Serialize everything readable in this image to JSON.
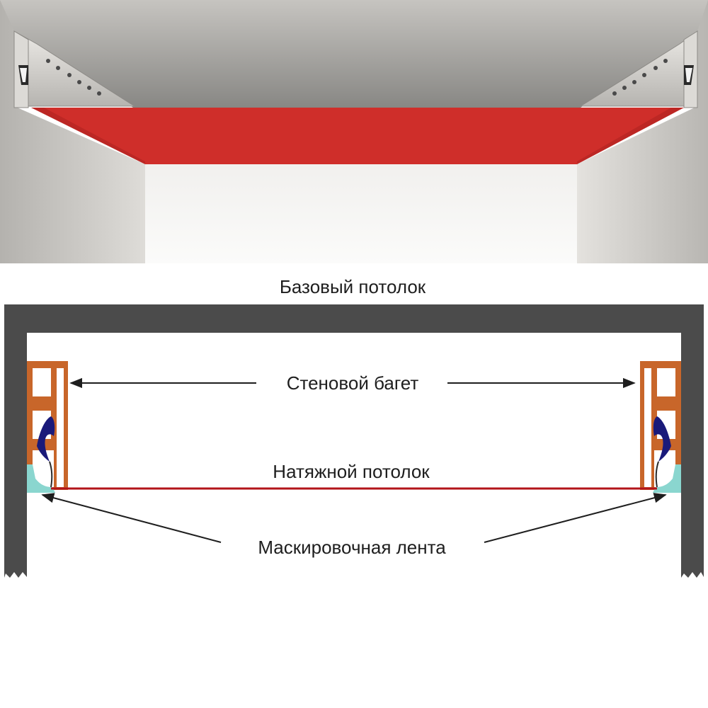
{
  "labels": {
    "base_ceiling": "Базовый потолок",
    "wall_baguette": "Стеновой багет",
    "stretch_ceiling": "Натяжной потолок",
    "masking_tape": "Маскировочная лента"
  },
  "colors": {
    "wall_frame": "#4b4b4b",
    "baguette": "#c8662a",
    "clip": "#1a1a7a",
    "tape": "#8ad6cf",
    "membrane": "#b3141a",
    "membrane_3d": "#cf2e2a"
  }
}
